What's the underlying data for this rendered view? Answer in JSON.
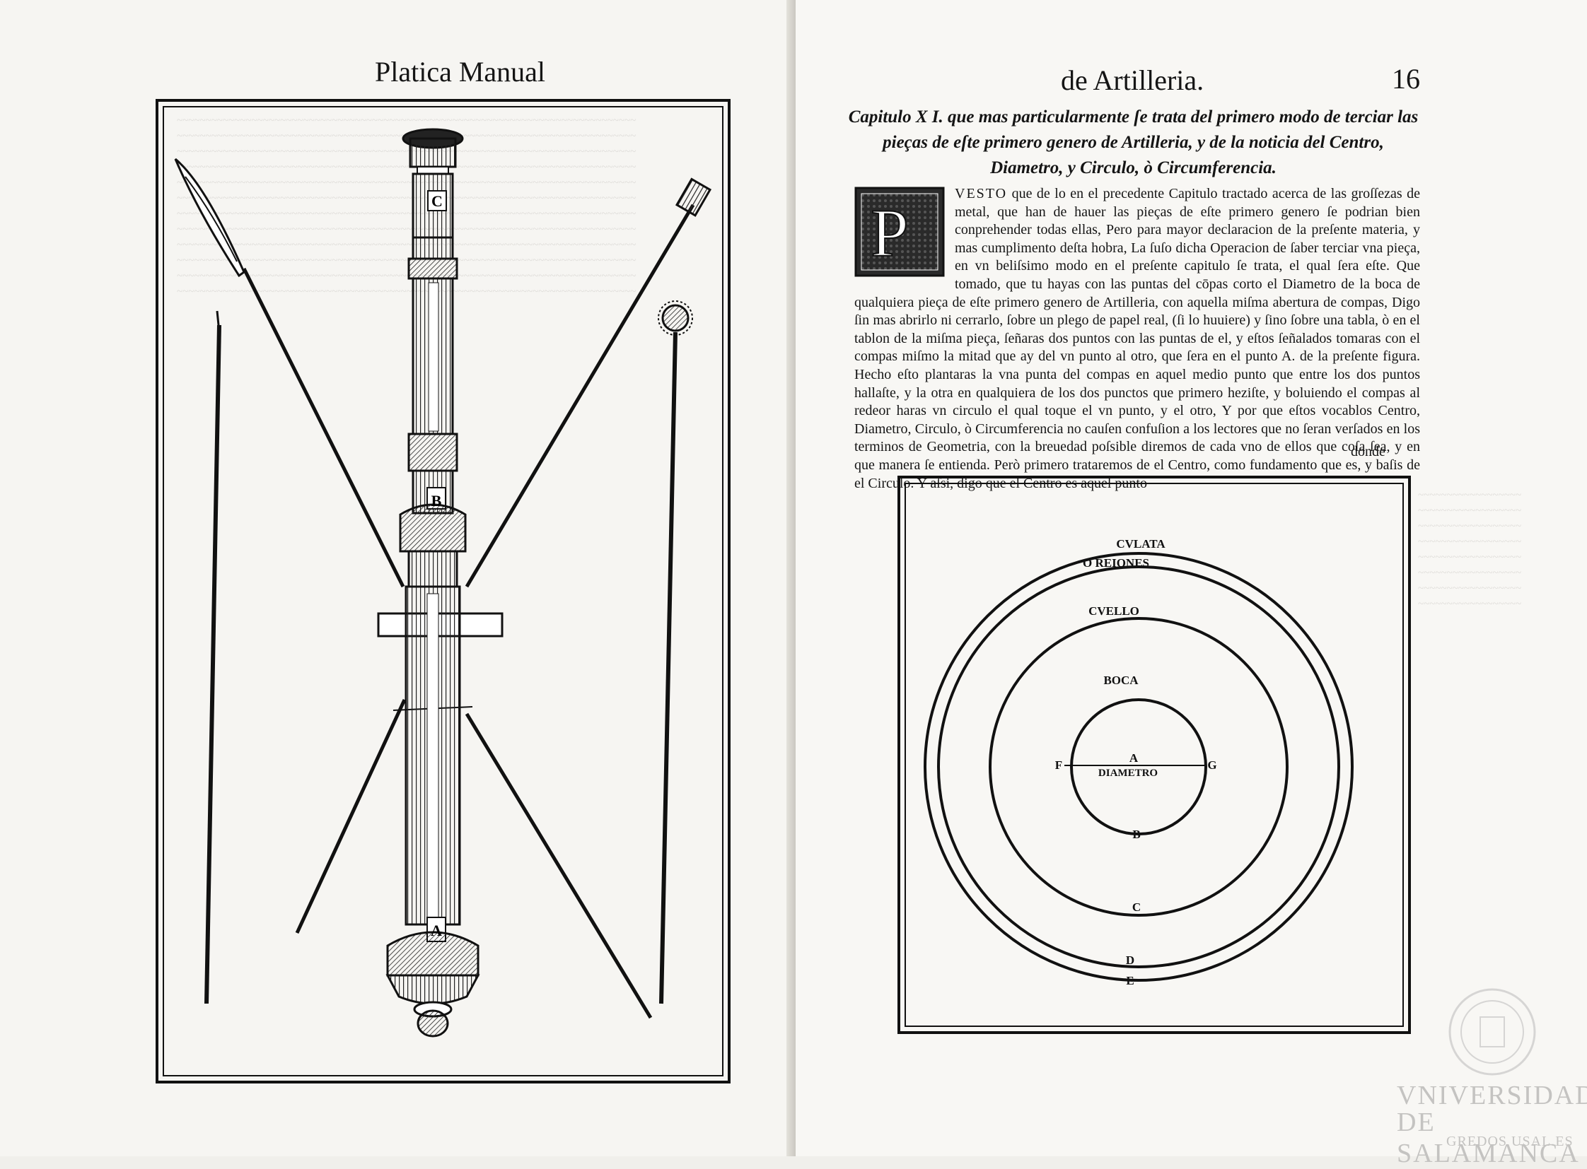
{
  "left_page": {
    "running_title": "Platica Manual",
    "illustration_labels": [
      "C",
      "B",
      "A"
    ]
  },
  "right_page": {
    "running_title": "de Artilleria.",
    "folio": "16",
    "chapter_heading": "Capitulo X I. que mas particularmente ſe trata del primero modo de terciar las pieças de eſte primero genero de Artilleria, y de la noticia del Centro, Diametro, y Circulo, ò Circumferencia.",
    "dropcap_letter": "P",
    "first_word": "VESTO",
    "body": " que de lo en el precedente Capitulo tractado acerca de las groſſezas de metal, que han de hauer las pieças de eſte primero genero ſe podrian bien conprehender todas ellas, Pero para mayor declaracion de la preſente materia, y mas cumplimento deſta hobra, La ſuſo dicha Operacion de ſaber terciar vna pieça, en vn beliſsimo modo en el preſente capitulo ſe trata, el qual ſera eſte. Que tomado, que tu hayas con las puntas del cōpas corto el Diametro de la boca de qualquiera pieça de eſte primero genero de Artilleria, con aquella miſma abertura de compas, Digo ſin mas abrirlo ni cerrarlo, ſobre un plego de papel real, (ſi lo huuiere) y ſino ſobre una tabla, ò en el tablon de la miſma pieça, ſeñaras dos puntos con las puntas de el, y eſtos ſeñalados tomaras con el compas miſmo la mitad que ay del vn punto al otro, que ſera en el punto A. de la preſente figura. Hecho eſto plantaras la vna punta del compas en aquel medio punto que entre los dos puntos hallaſte, y la otra en qualquiera de los dos punctos que primero heziſte, y boluiendo el compas al redeor haras vn circulo el qual toque el vn punto, y el otro, Y por que eſtos vocablos Centro, Diametro, Circulo, ò Circumferencia no cauſen confuſion a los lectores que no ſeran verſados en los terminos de Geometria, con la breuedad poſsible diremos de cada vno de ellos que coſa ſea, y en que manera ſe entienda. Però primero trataremos de el Centro, como fundamento que es, y baſis de el Circulo. Y aſsi, digo que el Centro es aquel punto",
    "catchword": "donde",
    "diagram_labels": {
      "culata": "CVLATA",
      "oreiones": "O REIONES",
      "cuello": "CVELLO",
      "boca": "BOCA",
      "diametro": "DIAMETRO",
      "a": "A",
      "b": "B",
      "c": "C",
      "d": "D",
      "e": "E",
      "f": "F",
      "g": "G"
    }
  },
  "watermark": {
    "line1": "VNIVERSIDAD",
    "line2": "DE SALAMANCA",
    "line3": "GREDOS USAL.ES"
  }
}
